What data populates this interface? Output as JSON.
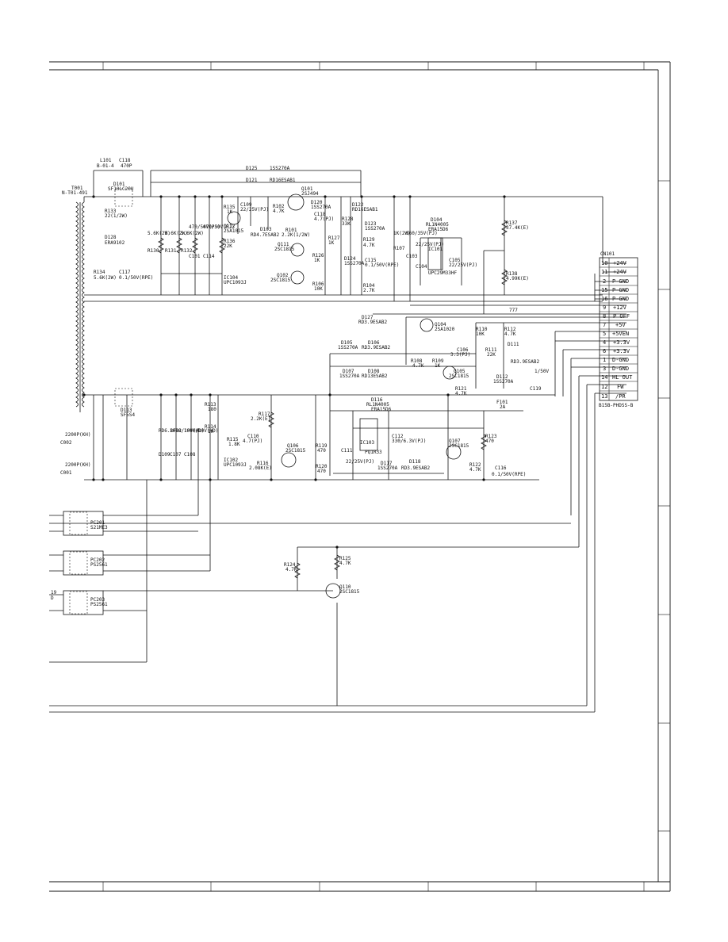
{
  "transformer": {
    "ref": "T001",
    "part": "N-T01-491"
  },
  "inductor": {
    "ref": "L101",
    "value": "B-01-4"
  },
  "components": [
    {
      "label": "C118",
      "sub": "470P"
    },
    {
      "label": "D101",
      "sub": "SF10LC20U"
    },
    {
      "label": "R133",
      "sub": "22(1/2W)"
    },
    {
      "label": "D128",
      "sub": "ERA9102"
    },
    {
      "label": "D125",
      "sub": "1SS270A"
    },
    {
      "label": "D121",
      "sub": "RD16ESAB1"
    },
    {
      "label": "Q101",
      "sub": "2SJ494"
    },
    {
      "label": "D120",
      "sub": "1SS270A"
    },
    {
      "label": "R135",
      "sub": "1K"
    },
    {
      "label": "C109",
      "sub": "22/25V(PJ)"
    },
    {
      "label": "Q112",
      "sub": "2SA1015"
    },
    {
      "label": "D103",
      "sub": "RD4.7ESAB2"
    },
    {
      "label": "R102",
      "sub": "4.7K"
    },
    {
      "label": "R101",
      "sub": "2.2K(1/2W)"
    },
    {
      "label": "C118",
      "sub": "4.7(PJ)"
    },
    {
      "label": "R128",
      "sub": "33K"
    },
    {
      "label": "D122",
      "sub": "RD16ESAB1"
    },
    {
      "label": "D123",
      "sub": "1SS270A"
    },
    {
      "label": "R127",
      "sub": "1K"
    },
    {
      "label": "R129",
      "sub": "4.7K"
    },
    {
      "label": "Q111",
      "sub": "2SC1815"
    },
    {
      "label": "R126",
      "sub": "1K"
    },
    {
      "label": "D124",
      "sub": "1SS270A"
    },
    {
      "label": "C115",
      "sub": "0.1/50V(RPE)"
    },
    {
      "label": "Q102",
      "sub": "2SC1815"
    },
    {
      "label": "R106",
      "sub": "10K"
    },
    {
      "label": "R104",
      "sub": "2.7K"
    },
    {
      "label": "R130",
      "sub": "5.6K(2W)"
    },
    {
      "label": "R131",
      "sub": "5.6K(2W)"
    },
    {
      "label": "R132",
      "sub": "5.6K(2W)"
    },
    {
      "label": "C101",
      "sub": "470/50V(PJ)"
    },
    {
      "label": "C114",
      "sub": "470/50V(PJ)"
    },
    {
      "label": "R136",
      "sub": "22K"
    },
    {
      "label": "IC104",
      "sub": "UPC1093J"
    },
    {
      "label": "R134",
      "sub": "5.6K(2W)"
    },
    {
      "label": "C117",
      "sub": "0.1/50V(RPE)"
    },
    {
      "label": "R107",
      "sub": "1K(2W)"
    },
    {
      "label": "C103",
      "sub": "560/35V(PJ)"
    },
    {
      "label": "C104",
      "sub": "22/25V(PJ)"
    },
    {
      "label": "IC101",
      "sub": "UPC29M33HF"
    },
    {
      "label": "C105",
      "sub": "22/25V(PJ)"
    },
    {
      "label": "D104",
      "sub": "RL1N4005"
    },
    {
      "label": "",
      "sub": "ERA15D6"
    },
    {
      "label": "R137",
      "sub": "37.4K(E)"
    },
    {
      "label": "R138",
      "sub": "4.99K(E)"
    },
    {
      "label": "D127",
      "sub": "RD3.9ESAB2"
    },
    {
      "label": "Q104",
      "sub": "2SA1020"
    },
    {
      "label": "R110",
      "sub": "10K"
    },
    {
      "label": "R112",
      "sub": "4.7K"
    },
    {
      "label": "D111",
      "sub": "RD3.9ESAB2"
    },
    {
      "label": "R111",
      "sub": "22K"
    },
    {
      "label": "C106",
      "sub": "3.3(PJ)"
    },
    {
      "label": "D105",
      "sub": "1SS270A"
    },
    {
      "label": "D106",
      "sub": "RD3.9ESAB2"
    },
    {
      "label": "R108",
      "sub": "4.7K"
    },
    {
      "label": "R109",
      "sub": "1K"
    },
    {
      "label": "Q105",
      "sub": "2SC1815"
    },
    {
      "label": "D107",
      "sub": "1SS270A"
    },
    {
      "label": "D108",
      "sub": "RD13ESAB2"
    },
    {
      "label": "R121",
      "sub": "4.7K"
    },
    {
      "label": "D112",
      "sub": "1SS270A"
    },
    {
      "label": "C119",
      "sub": "1/50V"
    },
    {
      "label": "F101",
      "sub": "2A"
    },
    {
      "label": "D113",
      "sub": "SF5S4"
    },
    {
      "label": "D109",
      "sub": "RD6.8FB2"
    },
    {
      "label": "C107",
      "sub": "1000/10V(HD)"
    },
    {
      "label": "C108",
      "sub": "1000/10V(HD)"
    },
    {
      "label": "R113",
      "sub": "180"
    },
    {
      "label": "R114",
      "sub": "1K"
    },
    {
      "label": "R117",
      "sub": "2.2K(E)"
    },
    {
      "label": "R115",
      "sub": "1.8K"
    },
    {
      "label": "C110",
      "sub": "4.7(PJ)"
    },
    {
      "label": "R116",
      "sub": "2.08K(E)"
    },
    {
      "label": "IC102",
      "sub": "UPC1093J"
    },
    {
      "label": "Q106",
      "sub": "2SC1815"
    },
    {
      "label": "R119",
      "sub": "470"
    },
    {
      "label": "R120",
      "sub": "470"
    },
    {
      "label": "D116",
      "sub": "RL1N4005"
    },
    {
      "label": "",
      "sub": "ERA15D6"
    },
    {
      "label": "C111",
      "sub": "22/25V(PJ)"
    },
    {
      "label": "IC103",
      "sub": "PQ1R33"
    },
    {
      "label": "C112",
      "sub": "330/6.3V(PJ)"
    },
    {
      "label": "D117",
      "sub": "1SS270A"
    },
    {
      "label": "D118",
      "sub": "RD3.9ESAB2"
    },
    {
      "label": "Q107",
      "sub": "2SC1815"
    },
    {
      "label": "R123",
      "sub": "470"
    },
    {
      "label": "R122",
      "sub": "4.7K"
    },
    {
      "label": "C116",
      "sub": "0.1/50V(RPE)"
    },
    {
      "label": "PC201",
      "sub": "S21ME3"
    },
    {
      "label": "PC202",
      "sub": "PS2561"
    },
    {
      "label": "PC203",
      "sub": "PS2561"
    },
    {
      "label": "R124",
      "sub": "4.7K"
    },
    {
      "label": "R125",
      "sub": "4.7K"
    },
    {
      "label": "Q110",
      "sub": "2SC1815"
    },
    {
      "label": "C002",
      "sub": "2200P(KH)"
    },
    {
      "label": "C001",
      "sub": "2200P(KH)"
    }
  ],
  "connector": {
    "ref": "CN101",
    "part": "B15B-PHDSS-B",
    "pins": [
      {
        "num": "10",
        "name": "+24V"
      },
      {
        "num": "11",
        "name": "+24V"
      },
      {
        "num": "2",
        "name": "P-GND"
      },
      {
        "num": "15",
        "name": "P-GND"
      },
      {
        "num": "16",
        "name": "P-GND"
      },
      {
        "num": "9",
        "name": "+12V"
      },
      {
        "num": "8",
        "name": "P OFF"
      },
      {
        "num": "7",
        "name": "+5V"
      },
      {
        "num": "5",
        "name": "+5VEN"
      },
      {
        "num": "4",
        "name": "+3.3V"
      },
      {
        "num": "6",
        "name": "+3.3V"
      },
      {
        "num": "1",
        "name": "D-GND"
      },
      {
        "num": "3",
        "name": "D-GND"
      },
      {
        "num": "14",
        "name": "HL OUT"
      },
      {
        "num": "12",
        "name": "FW"
      },
      {
        "num": "13",
        "name": "/PR"
      }
    ]
  },
  "misc": {
    "ground_symbol": "777",
    "left_marker": "19",
    "left_marker2": "D"
  }
}
